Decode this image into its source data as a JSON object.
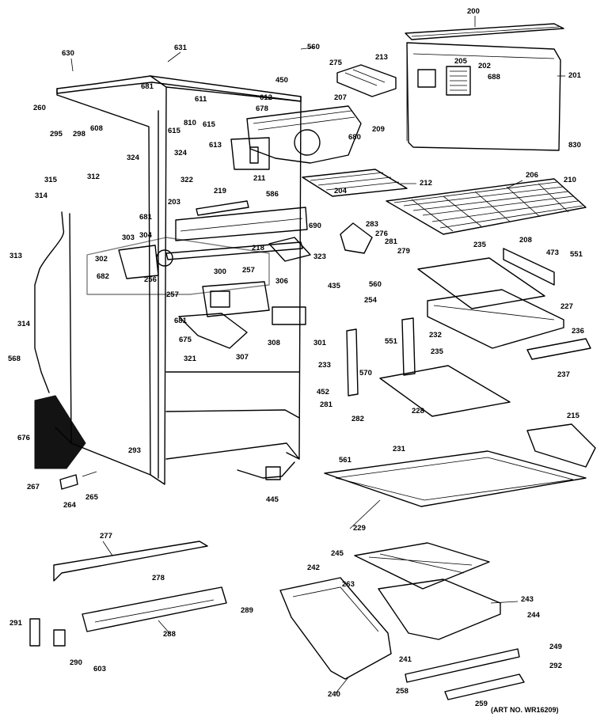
{
  "art_number": "(ART NO. WR16209)",
  "labels": [
    "630",
    "631",
    "681",
    "611",
    "612",
    "678",
    "615",
    "810",
    "613",
    "615",
    "324",
    "322",
    "219",
    "203",
    "207",
    "209",
    "680",
    "211",
    "586",
    "213",
    "200",
    "201",
    "202",
    "205",
    "688",
    "830",
    "260",
    "295",
    "298",
    "608",
    "324",
    "315",
    "312",
    "314",
    "313",
    "314",
    "568",
    "676",
    "267",
    "264",
    "265",
    "560",
    "275",
    "450",
    "212",
    "204",
    "206",
    "210",
    "208",
    "283",
    "276",
    "281",
    "279",
    "560",
    "254",
    "473",
    "551",
    "235",
    "227",
    "236",
    "237",
    "232",
    "233",
    "570",
    "551",
    "681",
    "303",
    "304",
    "302",
    "682",
    "256",
    "257",
    "300",
    "257",
    "306",
    "218",
    "323",
    "690",
    "435",
    "675",
    "681",
    "307",
    "308",
    "301",
    "321",
    "293",
    "445",
    "235",
    "228",
    "452",
    "281",
    "282",
    "561",
    "231",
    "229",
    "215",
    "277",
    "278",
    "289",
    "291",
    "288",
    "290",
    "603",
    "245",
    "242",
    "263",
    "243",
    "244",
    "241",
    "240",
    "258",
    "259",
    "249",
    "292"
  ]
}
